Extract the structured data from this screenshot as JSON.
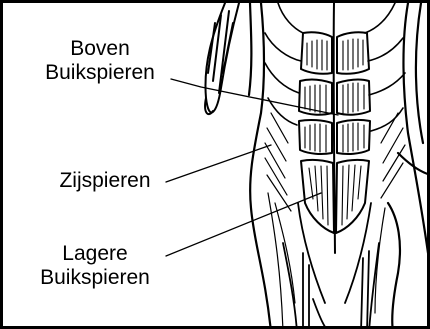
{
  "labels": {
    "upper_abs": {
      "line1": "Boven",
      "line2": "Buikspieren"
    },
    "obliques": {
      "text": "Zijspieren"
    },
    "lower_abs": {
      "line1": "Lagere",
      "line2": "Buikspieren"
    }
  },
  "colors": {
    "ink": "#000000",
    "paper": "#ffffff"
  }
}
